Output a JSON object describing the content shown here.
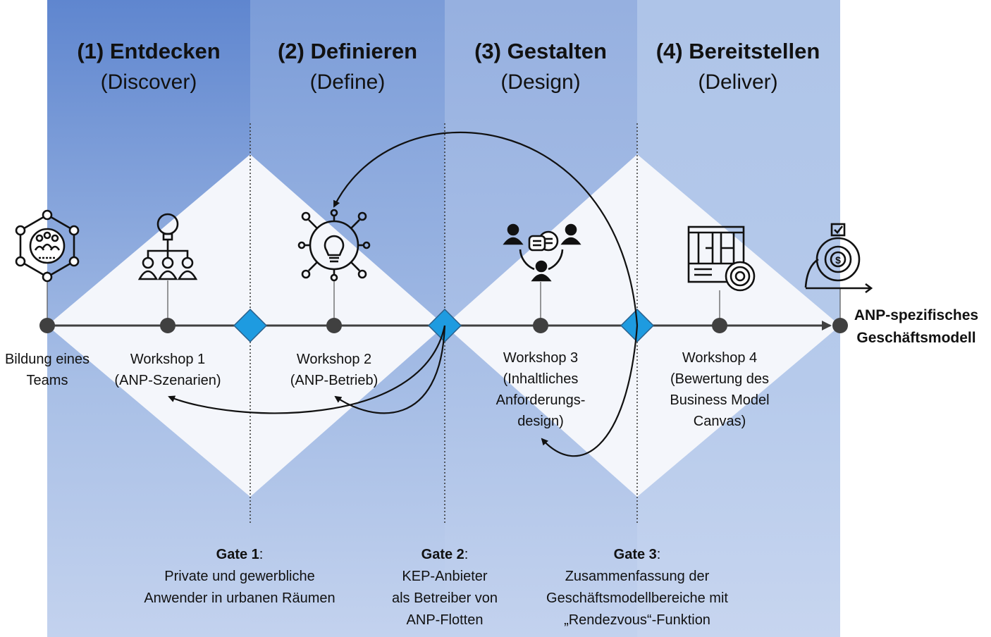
{
  "phases": [
    {
      "title": "(1) Entdecken",
      "subtitle": "(Discover)",
      "color": "#6a8fd3"
    },
    {
      "title": "(2) Definieren",
      "subtitle": "(Define)",
      "color": "#89a7de"
    },
    {
      "title": "(3) Gestalten",
      "subtitle": "(Design)",
      "color": "#a0b8e4"
    },
    {
      "title": "(4) Bereitstellen",
      "subtitle": "(Deliver)",
      "color": "#b4c8ea"
    }
  ],
  "nodes": [
    {
      "label": "Bildung eines\nTeams",
      "icon": "team-network-icon"
    },
    {
      "label": "Workshop 1\n(ANP-Szenarien)",
      "icon": "idea-team-icon"
    },
    {
      "label": "Workshop 2\n(ANP-Betrieb)",
      "icon": "lightbulb-network-icon"
    },
    {
      "label": "Workshop 3\n(Inhaltliches\nAnforderungs-\ndesign)",
      "icon": "discussion-icon"
    },
    {
      "label": "Workshop 4\n(Bewertung des\nBusiness Model\nCanvas)",
      "icon": "canvas-gear-icon"
    }
  ],
  "gates": [
    {
      "title": "Gate 1",
      "lines": [
        "Private und gewerbliche",
        "Anwender in urbanen Räumen"
      ]
    },
    {
      "title": "Gate 2",
      "lines": [
        "KEP-Anbieter",
        "als Betreiber von",
        "ANP-Flotten"
      ]
    },
    {
      "title": "Gate 3",
      "lines": [
        "Zusammenfassung der",
        "Geschäftsmodellbereiche mit",
        "„Rendezvous“-Funktion"
      ]
    }
  ],
  "result": {
    "label": "ANP-spezifisches\nGeschäftsmodell",
    "icon": "money-gear-icon"
  },
  "colors": {
    "gate": "#1e9be0",
    "dot": "#404040",
    "diamond": "#f5f7fb"
  }
}
